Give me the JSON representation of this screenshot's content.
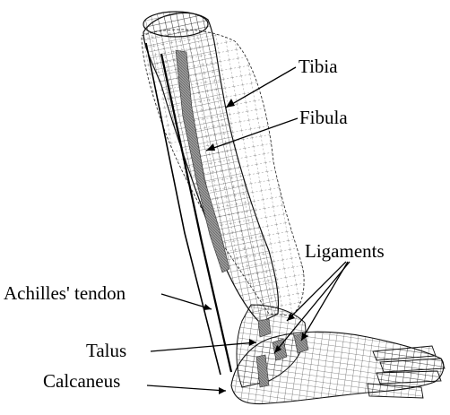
{
  "labels": {
    "tibia": "Tibia",
    "fibula": "Fibula",
    "ligaments": "Ligaments",
    "achilles": "Achilles' tendon",
    "talus": "Talus",
    "calcaneus": "Calcaneus"
  },
  "colors": {
    "ink": "#000000",
    "mesh": "#222222",
    "ligament_fill": "#8a8a8a",
    "background": "#ffffff"
  }
}
